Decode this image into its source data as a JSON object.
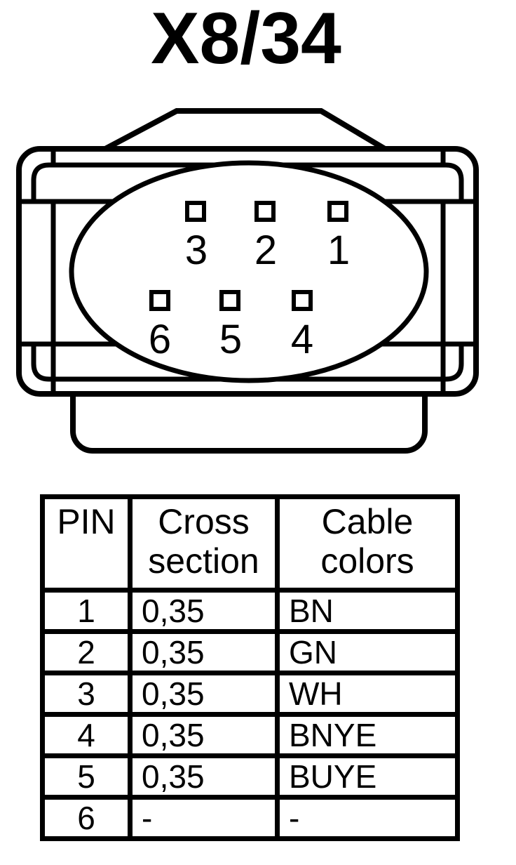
{
  "title": "X8/34",
  "connector": {
    "pin_labels": [
      "3",
      "2",
      "1",
      "6",
      "5",
      "4"
    ]
  },
  "table": {
    "headers": [
      "PIN",
      "Cross section",
      "Cable colors"
    ],
    "rows": [
      [
        "1",
        "0,35",
        "BN"
      ],
      [
        "2",
        "0,35",
        "GN"
      ],
      [
        "3",
        "0,35",
        "WH"
      ],
      [
        "4",
        "0,35",
        "BNYE"
      ],
      [
        "5",
        "0,35",
        "BUYE"
      ],
      [
        "6",
        "-",
        "-"
      ]
    ]
  },
  "colors": {
    "line": "#000000",
    "background": "#ffffff"
  }
}
